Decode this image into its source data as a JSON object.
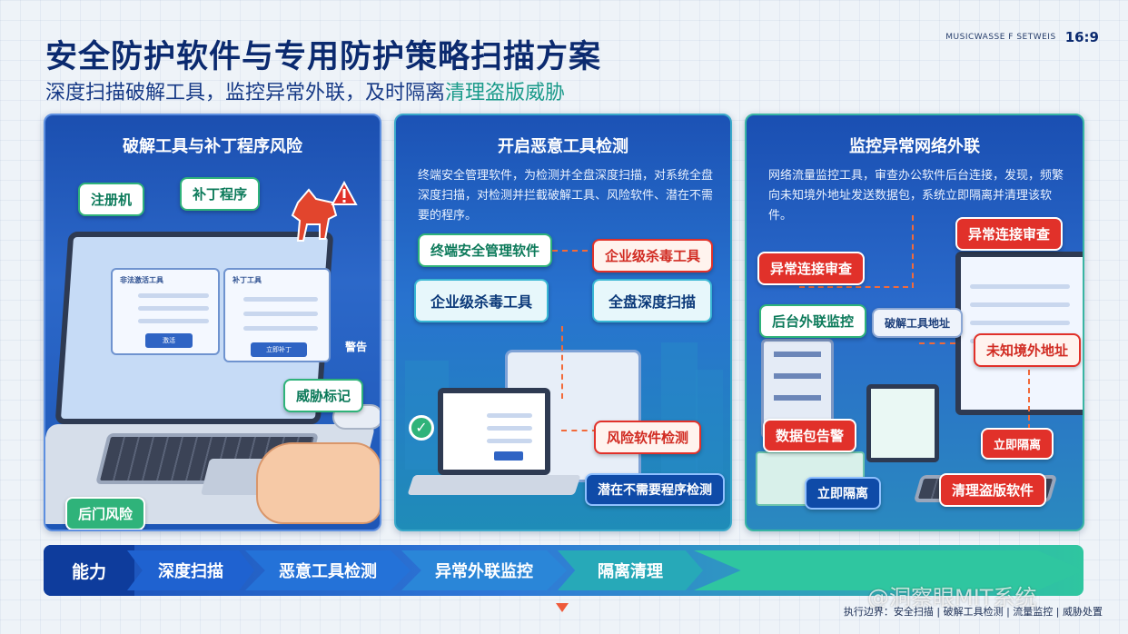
{
  "header": {
    "title": "安全防护软件与专用防护策略扫描方案",
    "subtitle_main": "深度扫描破解工具，监控异常外联，及时隔离",
    "subtitle_highlight": "清理盗版威胁",
    "brand_small": "MUSICWASSE F SETWEIS",
    "ratio": "16:9"
  },
  "panels": {
    "p1": {
      "title": "破解工具与补丁程序风险",
      "tags": {
        "register": "注册机",
        "patch": "补丁程序",
        "threat": "威胁标记",
        "backdoor": "后门风险",
        "warning": "警告"
      },
      "window1": {
        "header": "非法激活工具",
        "button": "激活"
      },
      "window2": {
        "header": "补丁工具",
        "button": "立即补丁"
      }
    },
    "p2": {
      "title": "开启恶意工具检测",
      "desc": "终端安全管理软件，为检测并全盘深度扫描，对系统全盘深度扫描，对检测并拦截破解工具、风险软件、潜在不需要的程序。",
      "tags": {
        "terminal": "终端安全管理软件",
        "enterprise_av_top": "企业级杀毒工具",
        "enterprise_av": "企业级杀毒工具",
        "full_scan": "全盘深度扫描",
        "risk_soft": "风险软件检测",
        "pup": "潜在不需要程序检测"
      }
    },
    "p3": {
      "title": "监控异常网络外联",
      "desc": "网络流量监控工具，审查办公软件后台连接，发现，频繁向未知境外地址发送数据包，系统立即隔离并清理该软件。",
      "tags": {
        "audit_top": "异常连接审查",
        "audit": "异常连接审查",
        "backend": "后台外联监控",
        "crack_tool": "破解工具地址",
        "unknown_foreign": "未知境外地址",
        "packet_alarm": "数据包告警",
        "isolate_top": "立即隔离",
        "isolate": "立即隔离",
        "clean": "清理盗版软件"
      }
    }
  },
  "capabilities": {
    "label": "能力",
    "items": [
      "深度扫描",
      "恶意工具检测",
      "异常外联监控",
      "隔离清理"
    ]
  },
  "footer": {
    "note": "执行边界：安全扫描 | 破解工具检测 | 流量监控 | 威胁处置",
    "watermark": "@洞察眼MIT系统"
  },
  "colors": {
    "primary": "#1a4fb8",
    "accent_green": "#2fb37a",
    "accent_red": "#e1312a"
  }
}
